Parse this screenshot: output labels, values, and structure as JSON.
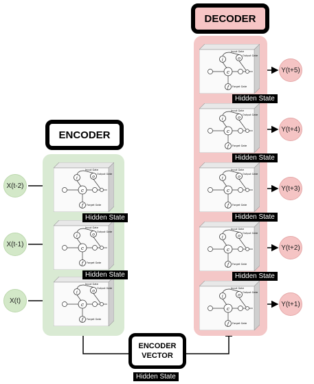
{
  "encoder": {
    "title": "ENCODER",
    "inputs": [
      "X(t-2)",
      "X(t-1)",
      "X(t)"
    ],
    "hidden_state_labels": [
      "Hidden State",
      "Hidden State"
    ]
  },
  "decoder": {
    "title": "DECODER",
    "outputs": [
      "Y(t+5)",
      "Y(t+4)",
      "Y(t+3)",
      "Y(t+2)",
      "Y(t+1)"
    ],
    "hidden_state_labels": [
      "Hidden State",
      "Hidden State",
      "Hidden State",
      "Hidden State"
    ]
  },
  "encoder_vector": {
    "line1": "ENCODER",
    "line2": "VECTOR",
    "hidden_state_label": "Hidden State"
  },
  "cell_labels": {
    "output_gate": "Output Gate",
    "forget_gate": "Forget Gate",
    "input_gate": "Input Gate",
    "cell": "c",
    "i": "i",
    "o": "o",
    "f": "f"
  }
}
